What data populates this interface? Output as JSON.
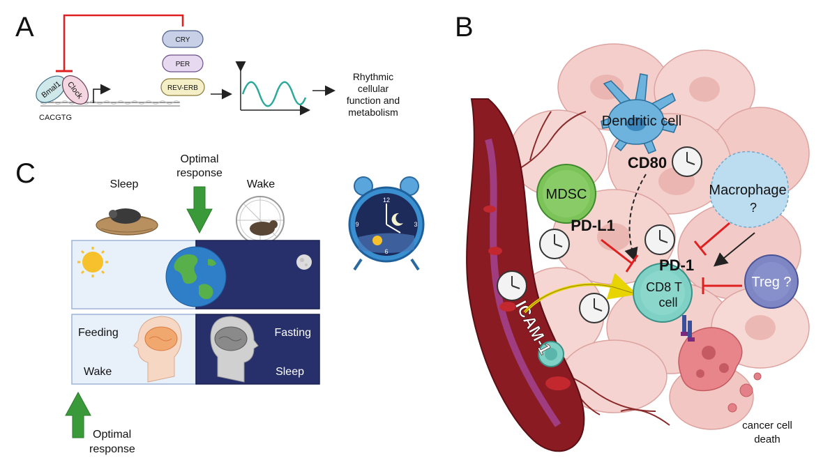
{
  "panels": {
    "a": {
      "letter": "A",
      "genes": [
        "Bmal1",
        "Clock"
      ],
      "promoter": "CACGTG",
      "repressors": [
        "CRY",
        "PER",
        "REV-ERB"
      ],
      "output_lines": [
        "Rhythmic",
        "cellular",
        "function and",
        "metabolism"
      ]
    },
    "b": {
      "letter": "B",
      "dendritic_cell": "Dendritic cell",
      "cd80": "CD80",
      "mdsc": "MDSC",
      "pdl1": "PD-L1",
      "macrophage_lines": [
        "Macrophage",
        "?"
      ],
      "pd1": "PD-1",
      "cd8_lines": [
        "CD8 T",
        "cell"
      ],
      "treg": "Treg ?",
      "icam1": "ICAM-1",
      "death_lines": [
        "cancer cell",
        "death"
      ]
    },
    "c": {
      "letter": "C",
      "sleep": "Sleep",
      "wake": "Wake",
      "optimal_top_lines": [
        "Optimal",
        "response"
      ],
      "feeding": "Feeding",
      "wake_bottom": "Wake",
      "fasting": "Fasting",
      "sleep_bottom": "Sleep",
      "optimal_bottom_lines": [
        "Optimal",
        "response"
      ]
    }
  },
  "colors": {
    "inhibit": "#e02020",
    "activate": "#222222",
    "day": "#e8f0fa",
    "night": "#27306b",
    "arrow_green": "#3a9a3a",
    "cd8": "#7fd1c6",
    "mdsc": "#7cc35a",
    "dendritic": "#6db3de",
    "macrophage": "#bcdcf0",
    "treg": "#7e86c4",
    "vessel": "#7a1a20"
  }
}
